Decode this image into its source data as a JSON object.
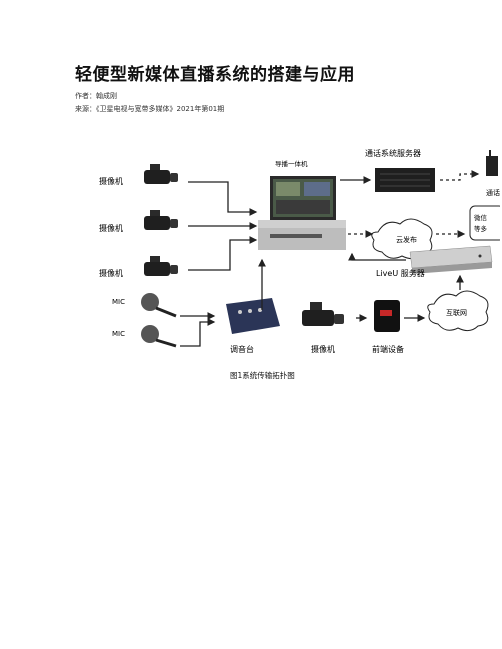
{
  "article": {
    "title": "轻便型新媒体直播系统的搭建与应用",
    "author_line": "作者：翰成刚",
    "source_line": "来源：《卫星电视与宽带多媒体》2021年第01期"
  },
  "figure": {
    "caption": "图1系统传输拓扑图",
    "labels": {
      "camera1": "摄像机",
      "camera2": "摄像机",
      "camera3": "摄像机",
      "mic1": "MIC",
      "mic2": "MIC",
      "director": "导播一体机",
      "intercom_server": "通话系统服务器",
      "intercom_partial": "通话",
      "cloud_publish": "云发布",
      "platform_partial_1": "微信",
      "platform_partial_2": "等多",
      "liveu": "LiveU 服务器",
      "internet": "互联网",
      "mixer": "调音台",
      "camera4": "摄像机",
      "backpack": "前端设备"
    },
    "colors": {
      "arrow": "#222222",
      "device_dark": "#1f1f1f",
      "device_gray": "#9a9a9a"
    }
  }
}
